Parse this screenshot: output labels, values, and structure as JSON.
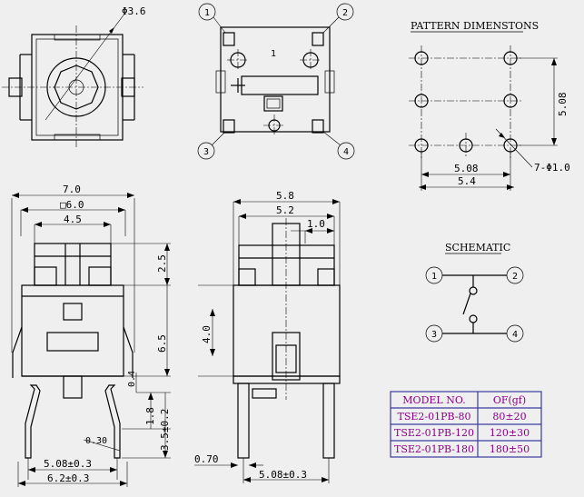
{
  "labels": {
    "diameter_button": "Φ3.6",
    "pin1": "1",
    "pin2": "2",
    "pin3": "3",
    "pin4": "4",
    "center_mark": "1",
    "pattern_title": "PATTERN DIMENSTONS",
    "pattern_h": "5.08",
    "pattern_w1": "5.08",
    "pattern_w2": "5.4",
    "pattern_hole": "7-Φ1.0",
    "front_w1": "7.0",
    "front_w2": "□6.0",
    "front_w3": "4.5",
    "front_h1": "2.5",
    "front_h2": "6.5",
    "front_h3": "0.4",
    "front_h4": "1.8",
    "front_h5": "3.5±0.2",
    "front_r": "0.30",
    "front_b1": "5.08±0.3",
    "front_b2": "6.2±0.3",
    "side_w1": "5.8",
    "side_w2": "5.2",
    "side_w3": "1.0",
    "side_h": "4.0",
    "side_pin": "0.70",
    "side_b": "5.08±0.3",
    "schematic_title": "SCHEMATIC"
  },
  "table": {
    "headers": [
      "MODEL NO.",
      "OF(gf)"
    ],
    "rows": [
      [
        "TSE2-01PB-80",
        "80±20"
      ],
      [
        "TSE2-01PB-120",
        "120±30"
      ],
      [
        "TSE2-01PB-180",
        "180±50"
      ]
    ],
    "color": "#8b008b"
  }
}
